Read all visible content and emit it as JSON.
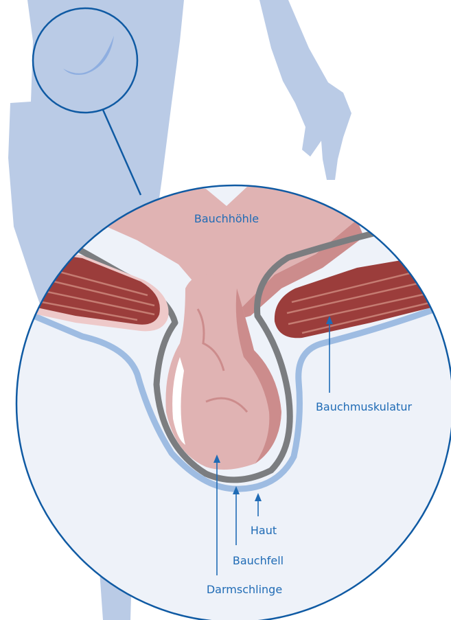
{
  "labels": {
    "cavity": "Bauchhöhle",
    "muscle": "Bauchmuskulatur",
    "skin": "Haut",
    "peritoneum": "Bauchfell",
    "intestine": "Darmschlinge"
  },
  "colors": {
    "body_silhouette": "#bacbe6",
    "circle_bg": "#eef2f9",
    "outline_blue": "#0f5aa3",
    "label_blue": "#1f6bb5",
    "skin_line": "#9ebce2",
    "peritoneum_line": "#7b7d80",
    "intestine": "#e0b3b3",
    "intestine_shadow": "#cc8c8c",
    "muscle": "#9b3d3b",
    "muscle_stripes": "#c57c72",
    "muscle_fascia": "#eec9c9"
  },
  "icons": {
    "pointer": "arrow-up-icon"
  }
}
